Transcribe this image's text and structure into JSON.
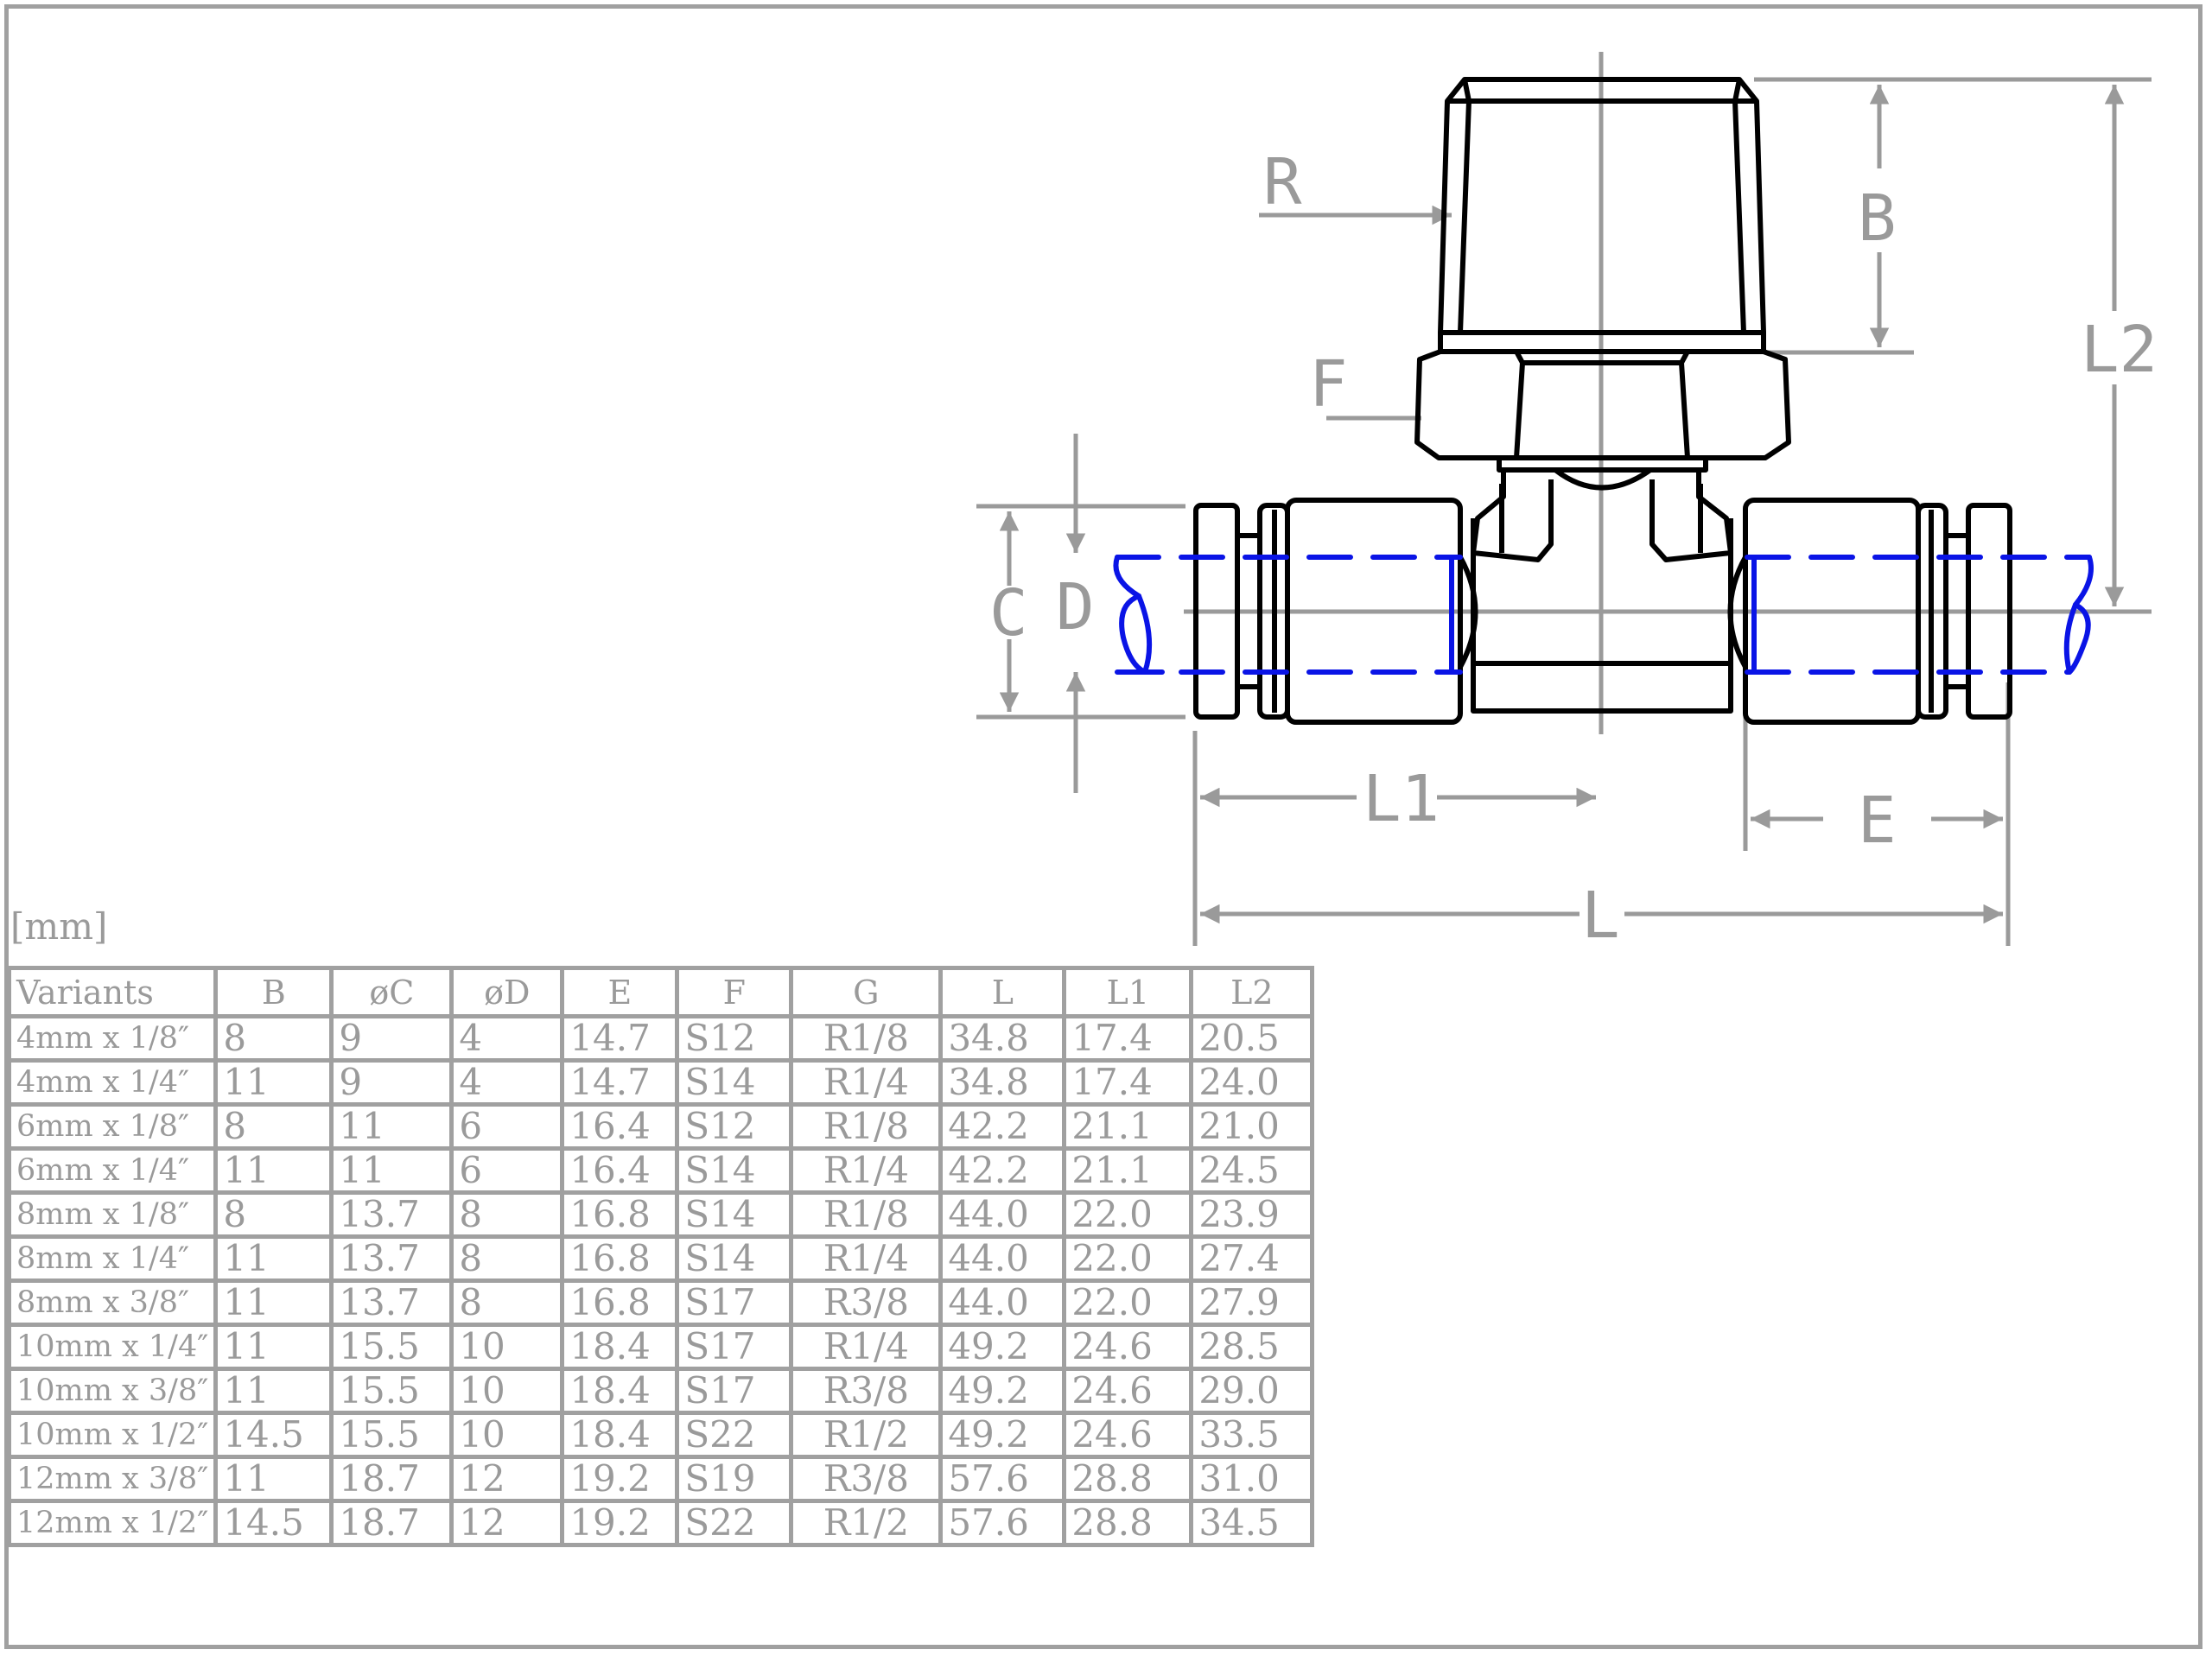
{
  "labels": {
    "R": "R",
    "B": "B",
    "F": "F",
    "L2": "L2",
    "C": "C",
    "D": "D",
    "L1": "L1",
    "E": "E",
    "L": "L"
  },
  "unit": "[mm]",
  "columns": [
    "Variants",
    "B",
    "øC",
    "øD",
    "E",
    "F",
    "G",
    "L",
    "L1",
    "L2"
  ],
  "rows": [
    [
      "4mm x 1/8″",
      "8",
      "9",
      "4",
      "14.7",
      "S12",
      "R1/8",
      "34.8",
      "17.4",
      "20.5"
    ],
    [
      "4mm x 1/4″",
      "11",
      "9",
      "4",
      "14.7",
      "S14",
      "R1/4",
      "34.8",
      "17.4",
      "24.0"
    ],
    [
      "6mm x 1/8″",
      "8",
      "11",
      "6",
      "16.4",
      "S12",
      "R1/8",
      "42.2",
      "21.1",
      "21.0"
    ],
    [
      "6mm x 1/4″",
      "11",
      "11",
      "6",
      "16.4",
      "S14",
      "R1/4",
      "42.2",
      "21.1",
      "24.5"
    ],
    [
      "8mm x 1/8″",
      "8",
      "13.7",
      "8",
      "16.8",
      "S14",
      "R1/8",
      "44.0",
      "22.0",
      "23.9"
    ],
    [
      "8mm x 1/4″",
      "11",
      "13.7",
      "8",
      "16.8",
      "S14",
      "R1/4",
      "44.0",
      "22.0",
      "27.4"
    ],
    [
      "8mm x 3/8″",
      "11",
      "13.7",
      "8",
      "16.8",
      "S17",
      "R3/8",
      "44.0",
      "22.0",
      "27.9"
    ],
    [
      "10mm x 1/4″",
      "11",
      "15.5",
      "10",
      "18.4",
      "S17",
      "R1/4",
      "49.2",
      "24.6",
      "28.5"
    ],
    [
      "10mm x 3/8″",
      "11",
      "15.5",
      "10",
      "18.4",
      "S17",
      "R3/8",
      "49.2",
      "24.6",
      "29.0"
    ],
    [
      "10mm x 1/2″",
      "14.5",
      "15.5",
      "10",
      "18.4",
      "S22",
      "R1/2",
      "49.2",
      "24.6",
      "33.5"
    ],
    [
      "12mm x 3/8″",
      "11",
      "18.7",
      "12",
      "19.2",
      "S19",
      "R3/8",
      "57.6",
      "28.8",
      "31.0"
    ],
    [
      "12mm x 1/2″",
      "14.5",
      "18.7",
      "12",
      "19.2",
      "S22",
      "R1/2",
      "57.6",
      "28.8",
      "34.5"
    ]
  ],
  "colors": {
    "outline": "#000000",
    "tube": "#0a14e6",
    "dimension": "#9a9a9a"
  }
}
